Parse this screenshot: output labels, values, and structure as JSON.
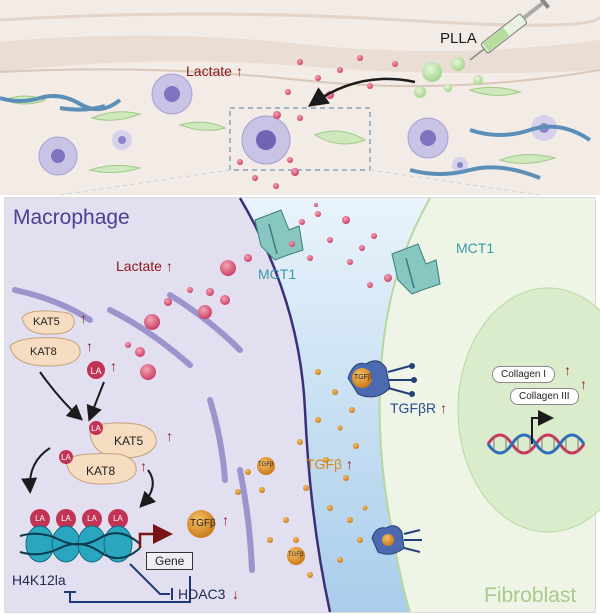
{
  "top": {
    "plla": "PLLA",
    "lactate": "Lactate"
  },
  "macrophage": {
    "title": "Macrophage",
    "lactate": "Lactate",
    "mct1_left": "MCT1",
    "kat5": "KAT5",
    "kat8": "KAT8",
    "la": "LA",
    "tgfb_small": "TGFβ",
    "tgfb_main": "TGFβ",
    "gene": "Gene",
    "h4k12la": "H4K12la",
    "hdac3": "HDAC3"
  },
  "fibroblast": {
    "title": "Fibroblast",
    "mct1_right": "MCT1",
    "tgfbr": "TGFβR",
    "tgfb_mid": "TGFβ",
    "collagen1": "Collagen I",
    "collagen3": "Collagen III"
  },
  "colors": {
    "macrophage_bg": "#e2dff0",
    "fibroblast_bg": "#eef5e6",
    "plasma_bg": "#c7def0",
    "lactate_dot": "#d6486b",
    "tgfb_dot": "#d98a1a",
    "arrow_red": "#8b1a1a"
  }
}
